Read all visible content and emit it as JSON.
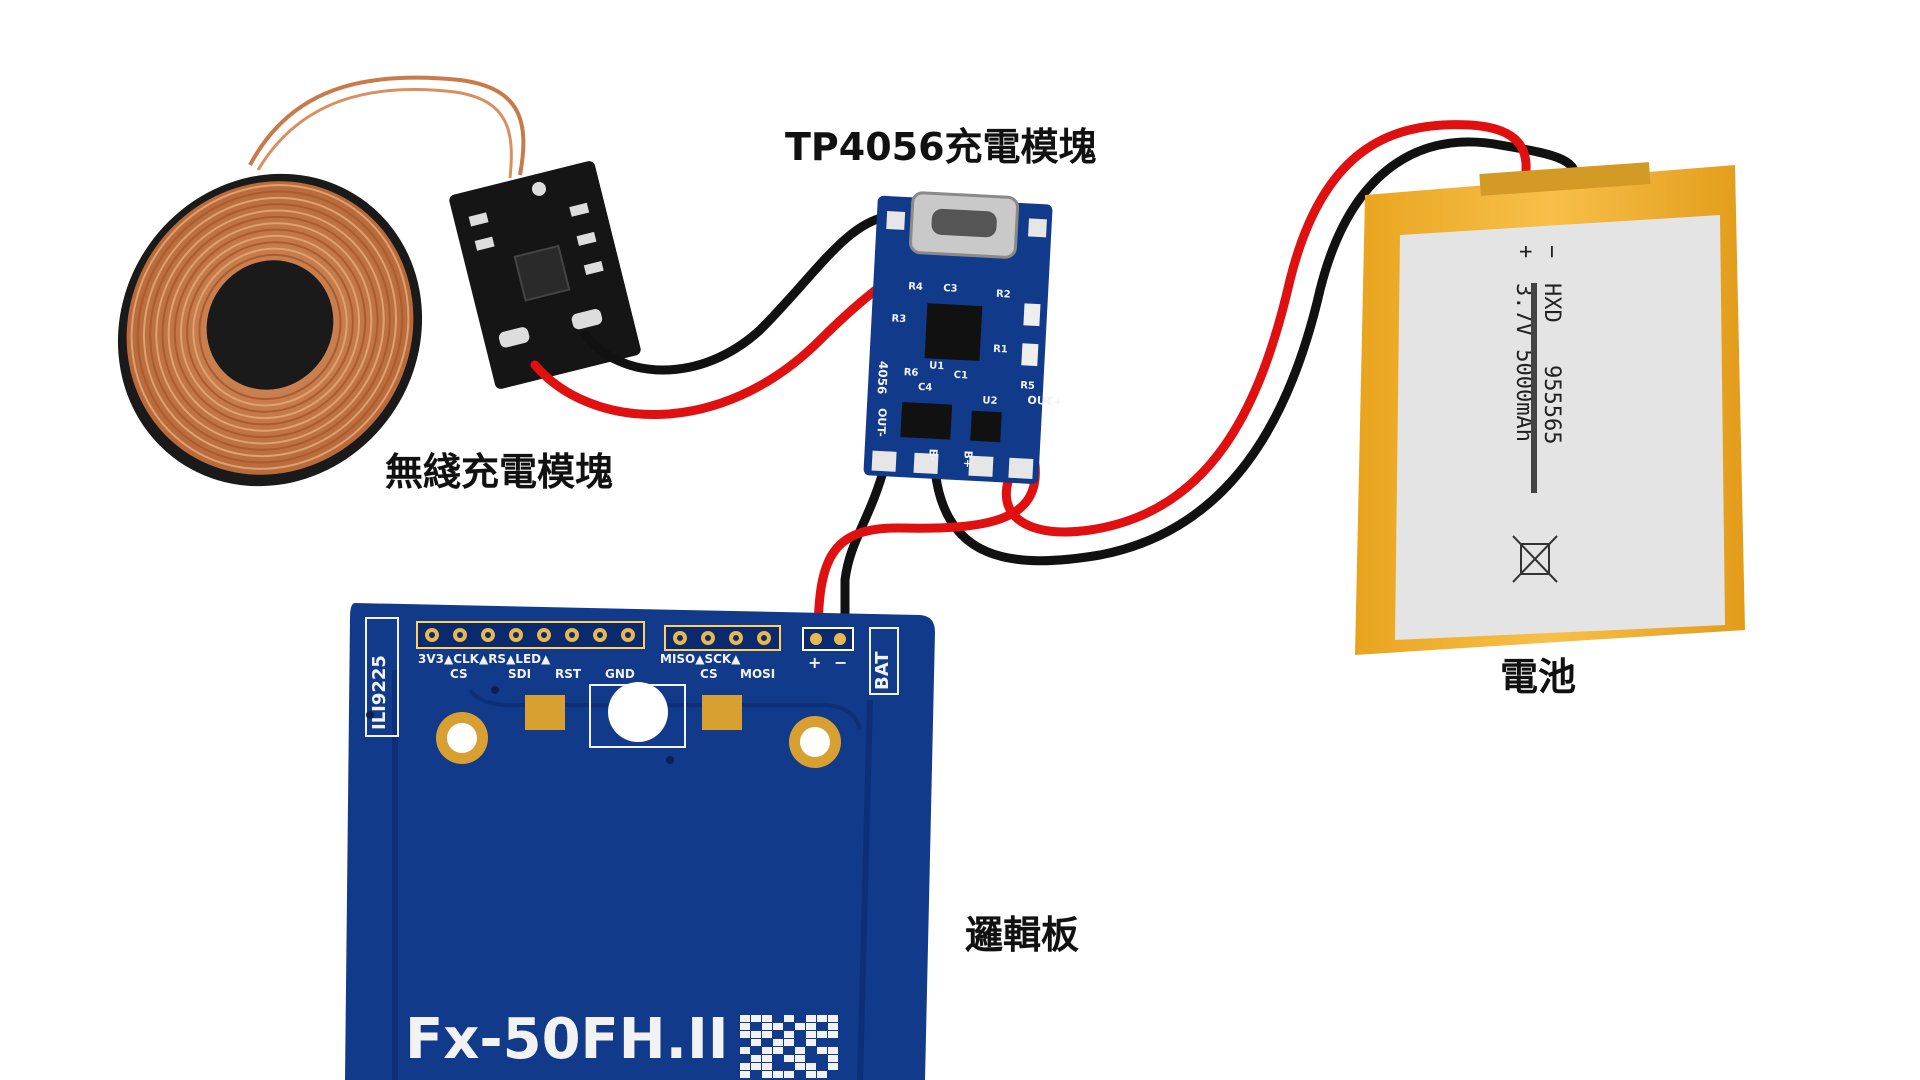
{
  "labels": {
    "tp4056": "TP4056充電模塊",
    "wireless": "無綫充電模塊",
    "battery": "電池",
    "logic": "邏輯板"
  },
  "tp4056_silk": {
    "r4": "R4",
    "c3": "C3",
    "r1": "R1",
    "r2": "R2",
    "r3": "R3",
    "c1": "C1",
    "c4": "C4",
    "r5": "R5",
    "r6": "R6",
    "u1": "U1",
    "u2": "U2",
    "pn": "4056",
    "out_minus": "OUT-",
    "out_plus": "OUT+",
    "b_minus": "B-",
    "b_plus": "B+"
  },
  "battery_print": {
    "minus": "−",
    "plus": "+",
    "brand": "HXD",
    "model": "955565",
    "spec": "3.7V 5000mAh"
  },
  "logic_board": {
    "chip": "ILI9225",
    "bat": "BAT",
    "bat_plus": "+",
    "bat_minus": "−",
    "pins_top": "3V3▲CLK▲RS▲LED▲",
    "pins_bottom_1": "CS",
    "pins_bottom_2": "SDI",
    "pins_bottom_3": "RST",
    "pins_bottom_4": "GND",
    "spi_top": "MISO▲SCK▲",
    "spi_bottom_1": "CS",
    "spi_bottom_2": "MOSI",
    "title": "Fx-50FH.II"
  },
  "colors": {
    "background": "#ffffff",
    "wire_red": "#e01010",
    "wire_black": "#111111",
    "pcb_blue": "#123a8a",
    "pcb_dark": "#0b2a6e",
    "coil_copper": "#c87a4a",
    "battery_gold": "#f2b630",
    "battery_label": "#e4e4e4"
  }
}
